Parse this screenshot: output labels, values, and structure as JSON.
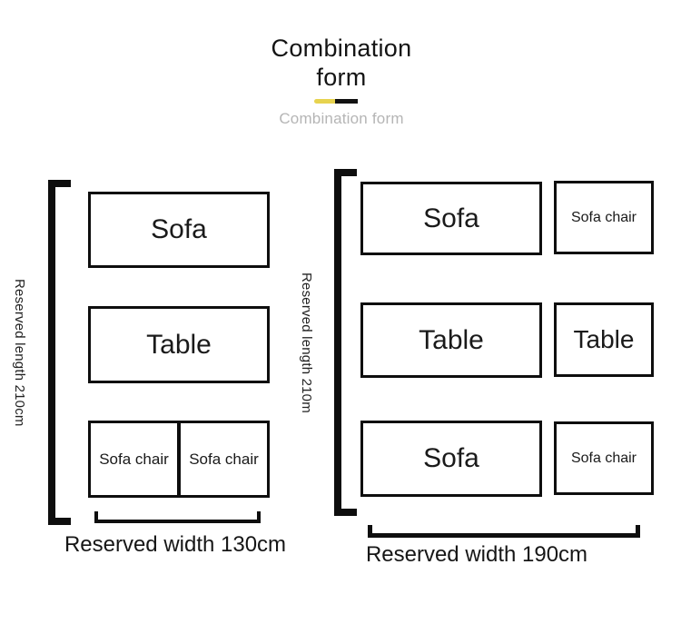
{
  "header": {
    "title_line1": "Combination",
    "title_line2": "form",
    "subtitle": "Combination form"
  },
  "colors": {
    "accent_yellow": "#e7d34f",
    "accent_black": "#111111",
    "line_black": "#0e0e0e",
    "subtitle_gray": "#b5b5b5"
  },
  "left_layout": {
    "length_label": "Reserved length 210cm",
    "width_label": "Reserved width 130cm",
    "sofa": "Sofa",
    "table": "Table",
    "chair_left": "Sofa chair",
    "chair_right": "Sofa chair"
  },
  "right_layout": {
    "length_label": "Reserved length 210m",
    "width_label": "Reserved width 190cm",
    "sofa_top": "Sofa",
    "chair_top": "Sofa chair",
    "table_main": "Table",
    "table_side": "Table",
    "sofa_bottom": "Sofa",
    "chair_bottom": "Sofa chair"
  }
}
